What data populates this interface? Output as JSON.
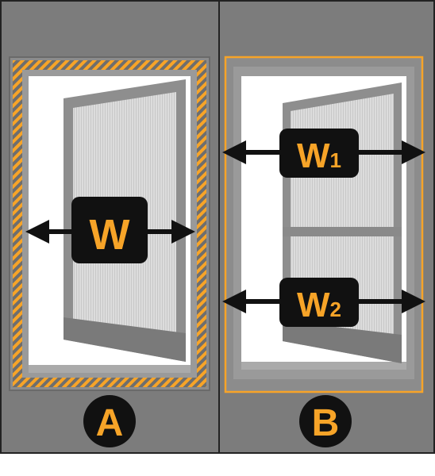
{
  "colors": {
    "panel_bg": "#7c7c7c",
    "outer_border": "#222222",
    "accent_orange": "#f7a428",
    "label_bg": "#111111",
    "glass": "#ffffff",
    "screen_mesh": "#d8d8d8",
    "sash_gray": "#8a8a8a"
  },
  "panels": [
    {
      "letter": "A",
      "measurement": {
        "main": "W",
        "sub": ""
      }
    },
    {
      "letter": "B",
      "measurements": [
        {
          "main": "W",
          "sub": "1"
        },
        {
          "main": "W",
          "sub": "2"
        }
      ]
    }
  ]
}
